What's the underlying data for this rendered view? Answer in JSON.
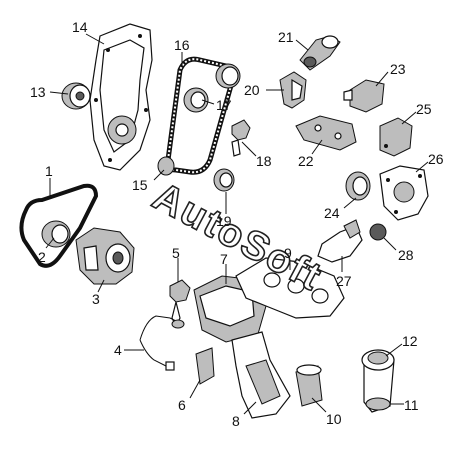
{
  "watermark": "AutoSoft",
  "callouts": [
    "1",
    "2",
    "3",
    "4",
    "5",
    "6",
    "7",
    "8",
    "9",
    "10",
    "11",
    "12",
    "13",
    "14",
    "15",
    "16",
    "17",
    "18",
    "19",
    "20",
    "21",
    "22",
    "23",
    "24",
    "25",
    "26",
    "27",
    "28"
  ],
  "colors": {
    "line": "#111111",
    "shade": "#bdbdbd",
    "dark": "#5a5a5a"
  }
}
